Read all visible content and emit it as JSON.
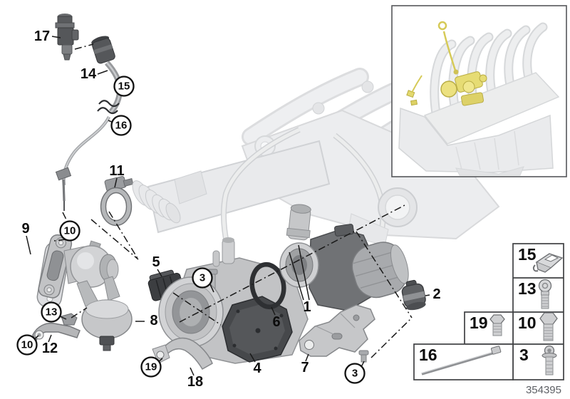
{
  "diagram": {
    "number_text": "354395",
    "callouts": [
      {
        "label": "17",
        "circled": false
      },
      {
        "label": "14",
        "circled": false
      },
      {
        "label": "15",
        "circled": true
      },
      {
        "label": "16",
        "circled": true
      },
      {
        "label": "11",
        "circled": false
      },
      {
        "label": "9",
        "circled": false
      },
      {
        "label": "10",
        "circled": true
      },
      {
        "label": "5",
        "circled": false
      },
      {
        "label": "3",
        "circled": true
      },
      {
        "label": "8",
        "circled": false
      },
      {
        "label": "13",
        "circled": true
      },
      {
        "label": "10",
        "circled": true
      },
      {
        "label": "12",
        "circled": false
      },
      {
        "label": "19",
        "circled": true
      },
      {
        "label": "18",
        "circled": false
      },
      {
        "label": "4",
        "circled": false
      },
      {
        "label": "6",
        "circled": false
      },
      {
        "label": "1",
        "circled": false
      },
      {
        "label": "7",
        "circled": false
      },
      {
        "label": "3",
        "circled": true
      },
      {
        "label": "2",
        "circled": false
      }
    ]
  },
  "legend": {
    "cells": [
      {
        "label": "15",
        "icon": "holder-clip-icon"
      },
      {
        "label": "13",
        "icon": "torx-screw-icon"
      },
      {
        "label": "10",
        "icon": "hex-bolt-icon"
      },
      {
        "label": "3",
        "icon": "flange-bolt-icon"
      },
      {
        "label": "19",
        "icon": "hex-bolt-short-icon"
      },
      {
        "label": "16",
        "icon": "cable-strap-icon"
      }
    ]
  },
  "colors": {
    "highlight_yellow": "#e8df79",
    "line_black": "#1a1a1a",
    "part_gray": "#c6c7c9",
    "faded_gray": "#ebecee"
  }
}
